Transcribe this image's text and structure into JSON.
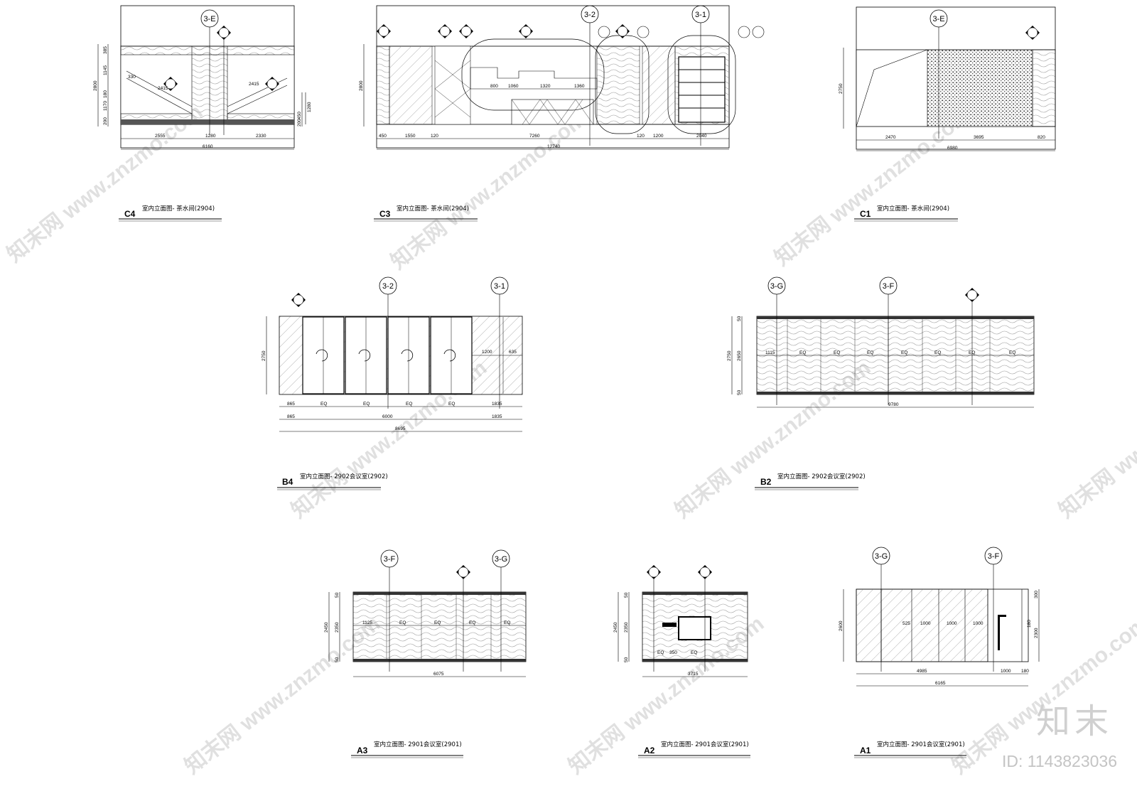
{
  "watermark": {
    "text": "知末网 www.znzmo.com",
    "brand": "知末",
    "id": "ID: 1143823036"
  },
  "drawings": {
    "C4": {
      "code": "C4",
      "title": "室内立面图- 茶水间(2904)",
      "total": "6160",
      "segments": [
        "2555",
        "1280",
        "2330"
      ],
      "height": "2800",
      "vdims": [
        "385",
        "1145",
        "180",
        "1170",
        "200",
        "450",
        "200",
        "1280"
      ],
      "horiz": [
        "330",
        "2415",
        "2415"
      ],
      "bubbles": [
        "3-E"
      ]
    },
    "C3": {
      "code": "C3",
      "title": "室内立面图- 茶水间(2904)",
      "total": "12740",
      "segments": [
        "450",
        "1550",
        "120",
        "7260",
        "120",
        "1200",
        "2040"
      ],
      "inner": [
        "800",
        "1060",
        "1320",
        "1360"
      ],
      "height": "2800",
      "bubbles": [
        "3-2",
        "3-1"
      ]
    },
    "C1": {
      "code": "C1",
      "title": "室内立面图- 茶水间(2904)",
      "total": "6980",
      "segments": [
        "2470",
        "3695",
        "820"
      ],
      "height": "2750",
      "bubbles": [
        "3-E"
      ]
    },
    "B4": {
      "code": "B4",
      "title": "室内立面图- 2902会议室(2902)",
      "total": "8695",
      "row1": [
        "865",
        "EQ",
        "EQ",
        "EQ",
        "EQ",
        "1835"
      ],
      "row2": [
        "865",
        "6000",
        "1835"
      ],
      "inner": [
        "1200",
        "635"
      ],
      "height": "2750",
      "bubbles": [
        "3-2",
        "3-1"
      ]
    },
    "B2": {
      "code": "B2",
      "title": "室内立面图- 2902会议室(2902)",
      "total": "9780",
      "row": [
        "1115",
        "EQ",
        "EQ",
        "EQ",
        "EQ",
        "EQ",
        "EQ",
        "EQ"
      ],
      "height": "2750",
      "inner_h": "2650",
      "vdims": [
        "50",
        "50"
      ],
      "bubbles": [
        "3-G",
        "3-F"
      ]
    },
    "A3": {
      "code": "A3",
      "title": "室内立面图- 2901会议室(2901)",
      "total": "6075",
      "row": [
        "1125",
        "EQ",
        "EQ",
        "EQ",
        "EQ"
      ],
      "height": "2450",
      "inner_h": "2350",
      "vdims": [
        "50",
        "50"
      ],
      "bubbles": [
        "3-F",
        "3-G"
      ]
    },
    "A2": {
      "code": "A2",
      "title": "室内立面图- 2901会议室(2901)",
      "total": "3715",
      "row": [
        "EQ",
        "350",
        "EQ"
      ],
      "height": "2450",
      "inner_h": "2350",
      "vdims": [
        "50",
        "50"
      ],
      "bubbles": []
    },
    "A1": {
      "code": "A1",
      "title": "室内立面图- 2901会议室(2901)",
      "total": "6165",
      "segments": [
        "4985",
        "1000",
        "180"
      ],
      "row": [
        "525",
        "1000",
        "1000",
        "1000"
      ],
      "height": "2600",
      "inner_h": "2300",
      "vdims": [
        "300",
        "180"
      ],
      "bubbles": [
        "3-G",
        "3-F"
      ]
    }
  }
}
